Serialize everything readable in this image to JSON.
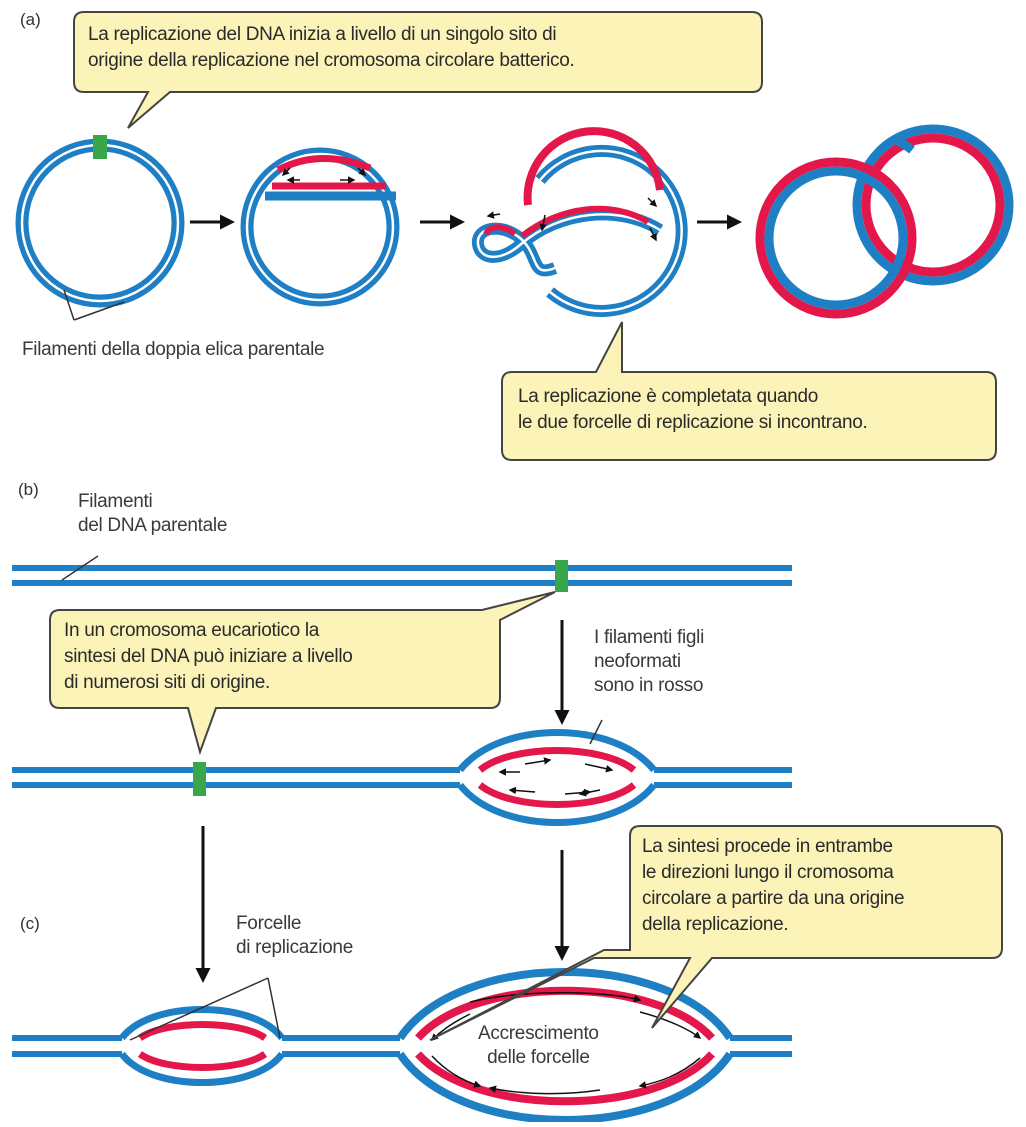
{
  "panels": {
    "a": "(a)",
    "b": "(b)",
    "c": "(c)"
  },
  "callouts": {
    "a_origin": [
      "La replicazione del DNA inizia a livello di un singolo sito di",
      "origine della replicazione nel cromosoma circolare batterico."
    ],
    "a_complete": [
      "La replicazione è completata quando",
      "le due forcelle di replicazione si incontrano."
    ],
    "b_euk": [
      "In un cromosoma eucariotico la",
      "sintesi del DNA può iniziare a livello",
      "di numerosi siti di origine."
    ],
    "c_bidir": [
      "La sintesi procede in entrambe",
      "le direzioni lungo il cromosoma",
      "circolare a partire da una origine",
      "della replicazione."
    ]
  },
  "labels": {
    "a_parental": "Filamenti della doppia elica parentale",
    "b_parental": [
      "Filamenti",
      "del DNA parentale"
    ],
    "b_newstrands": [
      "I filamenti figli",
      "neoformati",
      "sono in rosso"
    ],
    "c_forks": [
      "Forcelle",
      "di replicazione"
    ],
    "c_growth": [
      "Accrescimento",
      "delle forcelle"
    ]
  },
  "colors": {
    "parental": "#1e7fc4",
    "daughter": "#e4174a",
    "origin": "#3aa64a",
    "callout_fill": "#fbf3b8",
    "callout_stroke": "#444444",
    "arrow": "#111111"
  }
}
